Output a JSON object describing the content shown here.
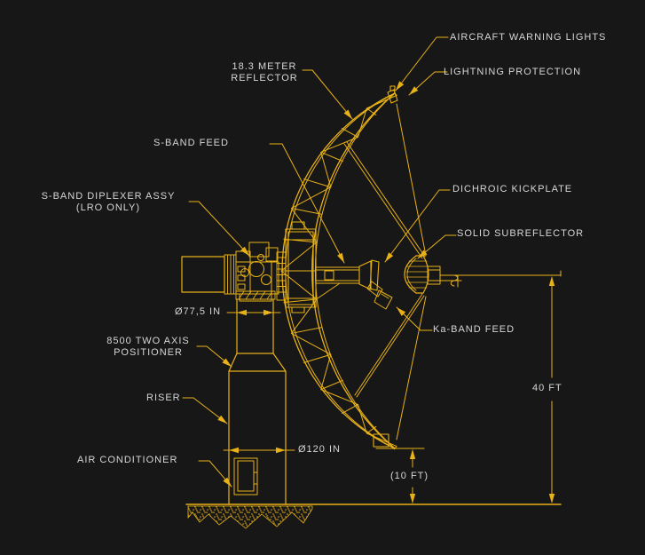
{
  "colors": {
    "background": "#171717",
    "line": "#e8b117",
    "text": "#d6d6d6"
  },
  "diagram": {
    "labels": {
      "aircraft_warning_lights": "AIRCRAFT WARNING LIGHTS",
      "lightning_protection": "LIGHTNING PROTECTION",
      "reflector_line1": "18.3 METER",
      "reflector_line2": "REFLECTOR",
      "s_band_feed": "S-BAND FEED",
      "s_band_diplexer_line1": "S-BAND DIPLEXER ASSY",
      "s_band_diplexer_line2": "(LRO ONLY)",
      "dichroic_kickplate": "DICHROIC KICKPLATE",
      "solid_subreflector": "SOLID SUBREFLECTOR",
      "ka_band_feed": "Ka-BAND FEED",
      "positioner_line1": "8500 TWO AXIS",
      "positioner_line2": "POSITIONER",
      "riser": "RISER",
      "air_conditioner": "AIR CONDITIONER"
    },
    "dimensions": {
      "feed_diameter": "Ø77,5 IN",
      "riser_diameter": "Ø120 IN",
      "ground_clearance": "(10 FT)",
      "axis_height": "40 FT"
    }
  }
}
